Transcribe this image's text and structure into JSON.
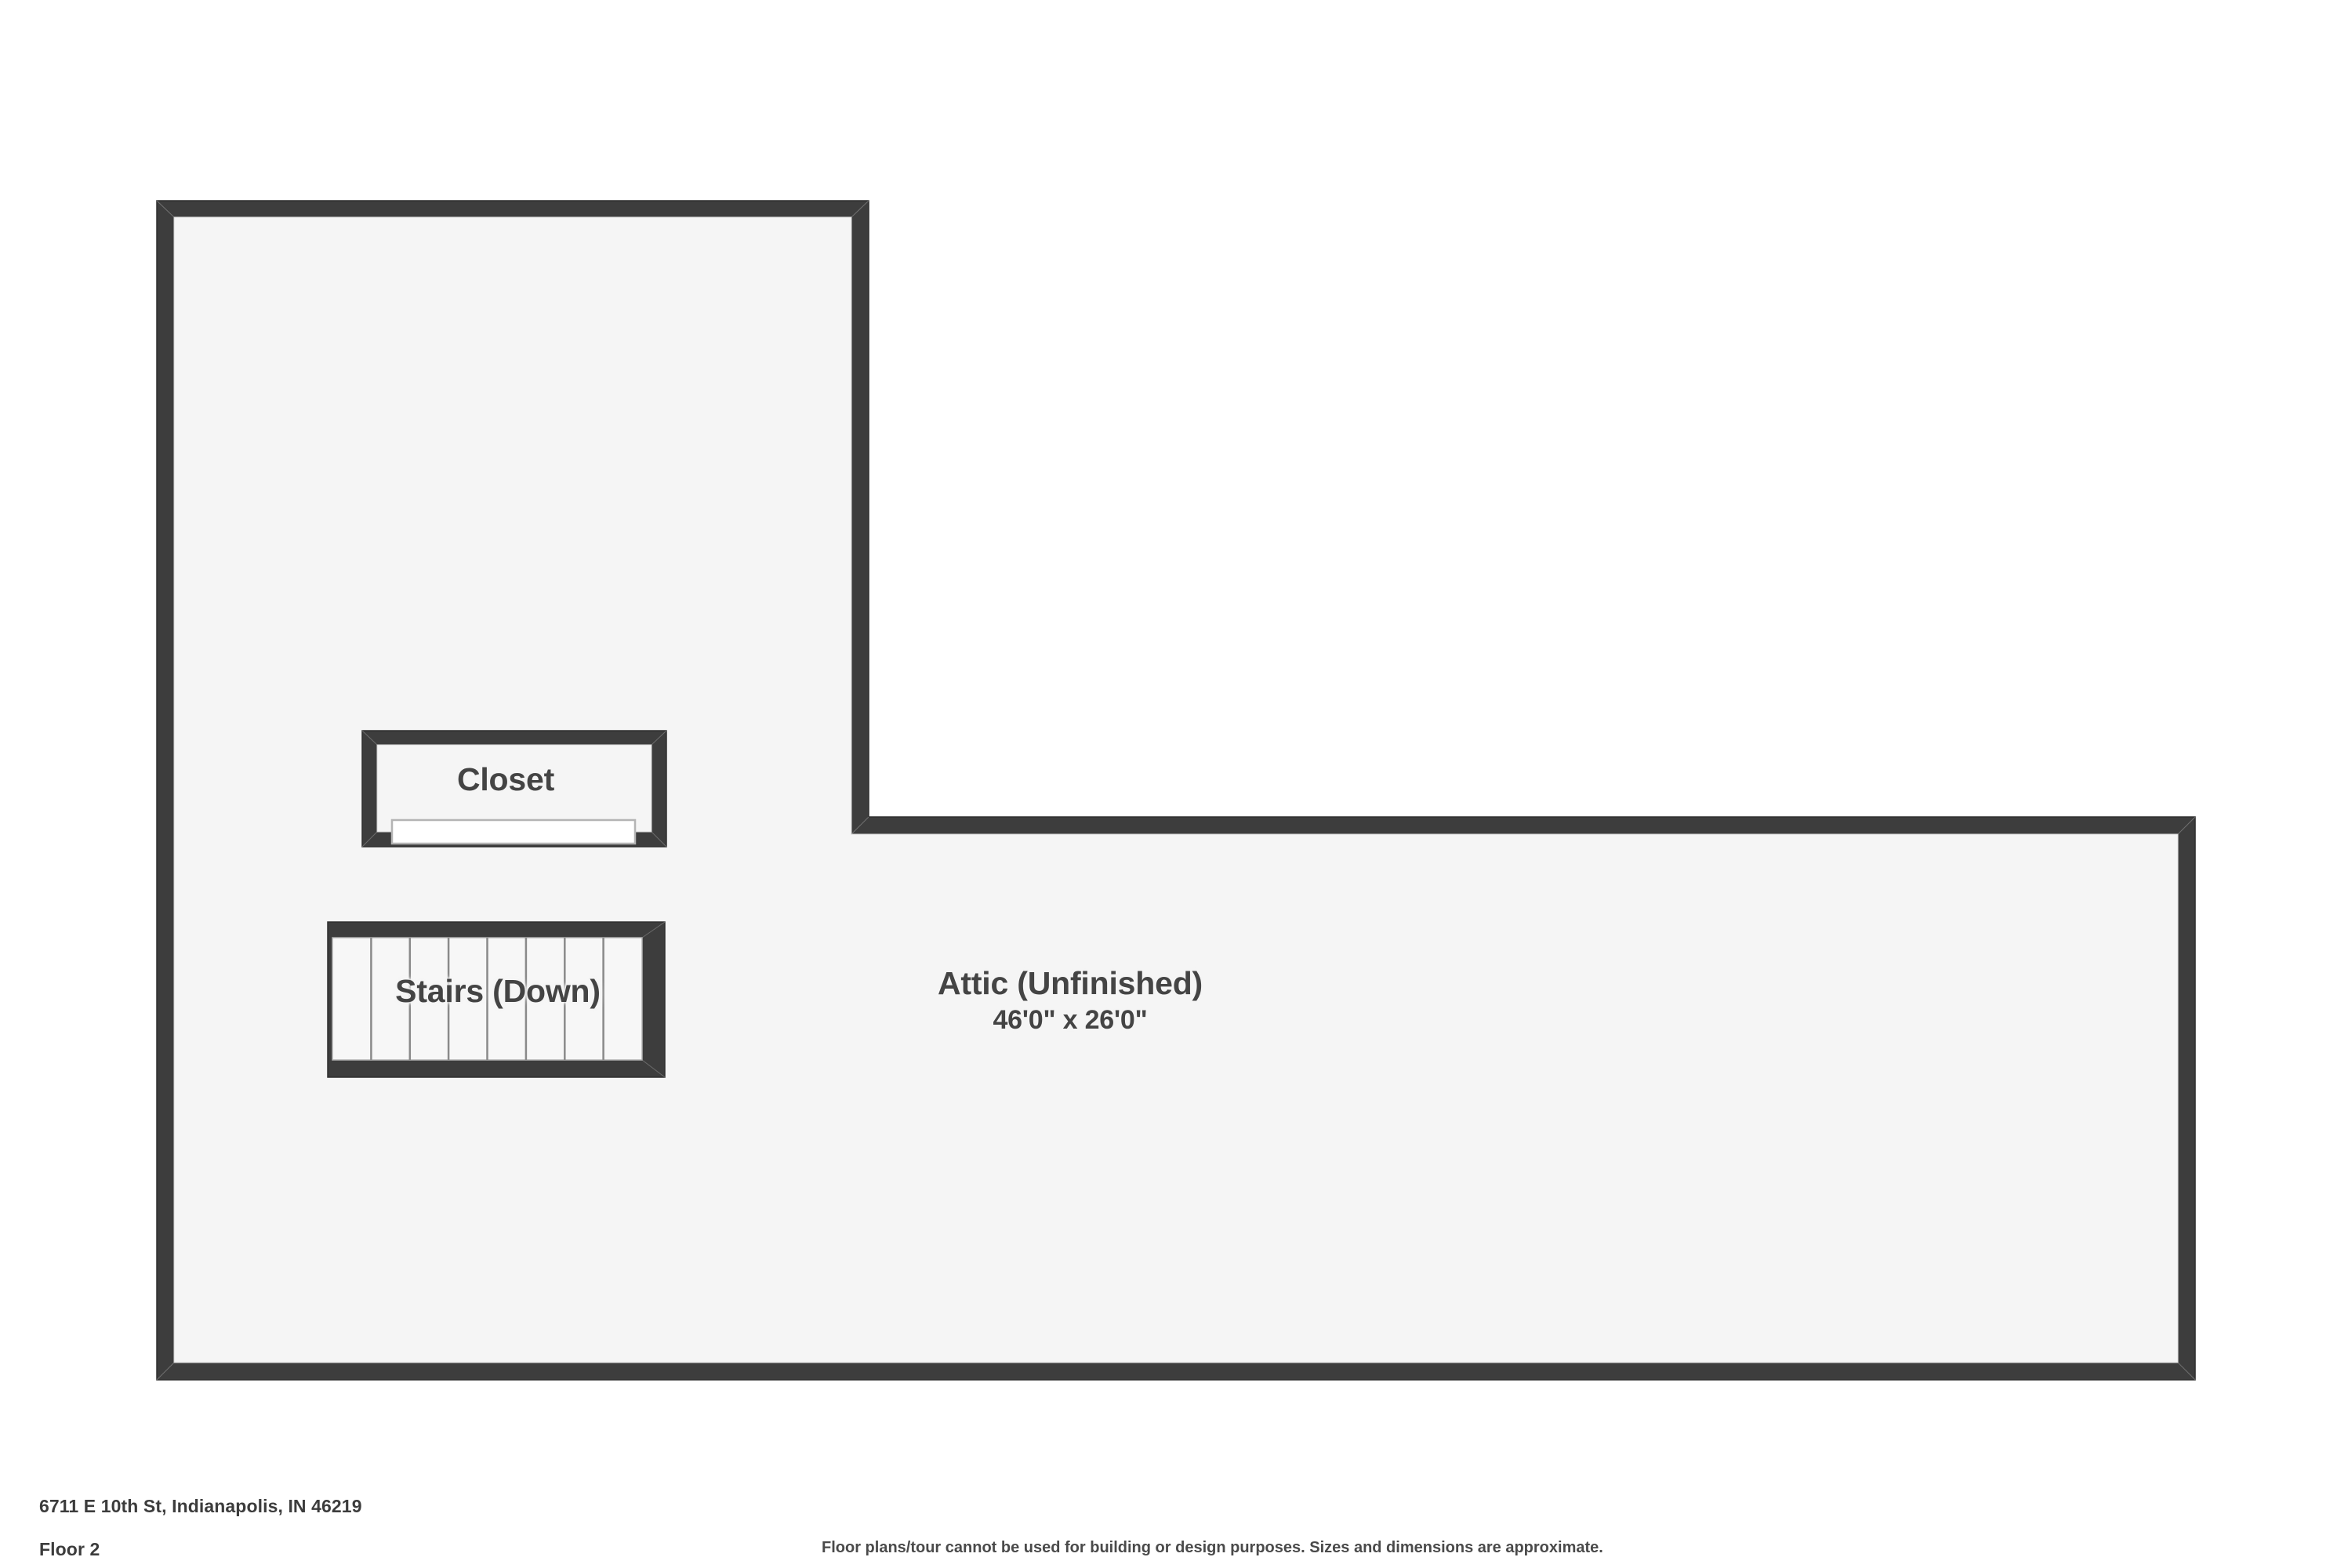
{
  "document": {
    "type": "floor-plan",
    "address": "6711 E 10th St, Indianapolis, IN 46219",
    "floor_label": "Floor 2",
    "disclaimer": "Floor plans/tour cannot be used for building or design purposes. Sizes and dimensions are approximate."
  },
  "colors": {
    "wall": "#3d3d3d",
    "wall_edge": "#2f2f2f",
    "room_fill": "#f5f5f5",
    "page_background": "#ffffff",
    "label_text": "#444444",
    "footer_text": "#3c3c3c",
    "tread_line": "#8a8a8a",
    "door_fill": "#ffffff",
    "door_outline": "#b4b4b4"
  },
  "rooms": [
    {
      "id": "attic",
      "name": "Attic (Unfinished)",
      "dimensions": "46'0\" x 26'0\"",
      "shape": "L-shaped"
    },
    {
      "id": "closet",
      "name": "Closet",
      "dimensions": "",
      "shape": "rectangle"
    },
    {
      "id": "stairs",
      "name": "Stairs (Down)",
      "dimensions": "",
      "shape": "rectangle",
      "tread_count": 8
    }
  ],
  "features": {
    "closet_door": "sliding-door-opening",
    "stairs_direction": "down"
  }
}
